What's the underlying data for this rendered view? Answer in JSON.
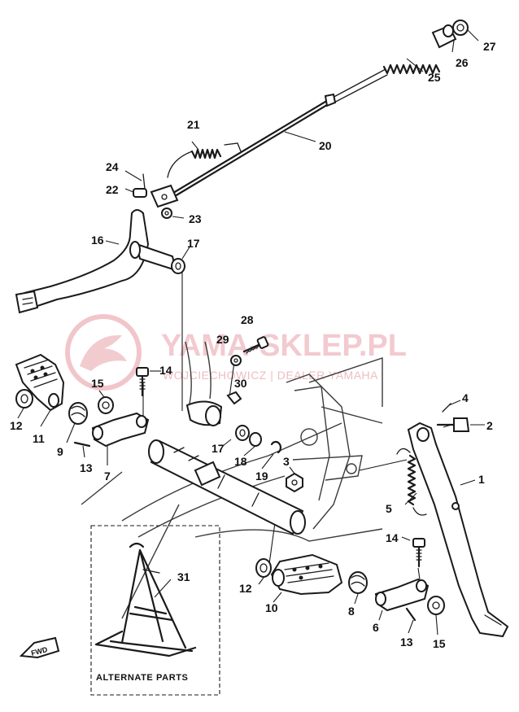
{
  "watermark": {
    "brand": "YAMA-SKLEP.PL",
    "tagline": "WOJCIECHOWICZ | DEALER YAMAHA",
    "color": "#e8a0a8"
  },
  "alternate_parts_label": "ALTERNATE PARTS",
  "fwd_label": "FWD",
  "callouts": {
    "c1": "1",
    "c2": "2",
    "c3": "3",
    "c4": "4",
    "c5": "5",
    "c6": "6",
    "c7": "7",
    "c8": "8",
    "c9": "9",
    "c10": "10",
    "c11": "11",
    "c12a": "12",
    "c12b": "12",
    "c13a": "13",
    "c13b": "13",
    "c14a": "14",
    "c14b": "14",
    "c15a": "15",
    "c15b": "15",
    "c16": "16",
    "c17a": "17",
    "c17b": "17",
    "c18": "18",
    "c19": "19",
    "c20": "20",
    "c21": "21",
    "c22": "22",
    "c23": "23",
    "c24": "24",
    "c25": "25",
    "c26": "26",
    "c27": "27",
    "c28": "28",
    "c29": "29",
    "c30": "30",
    "c31": "31"
  }
}
